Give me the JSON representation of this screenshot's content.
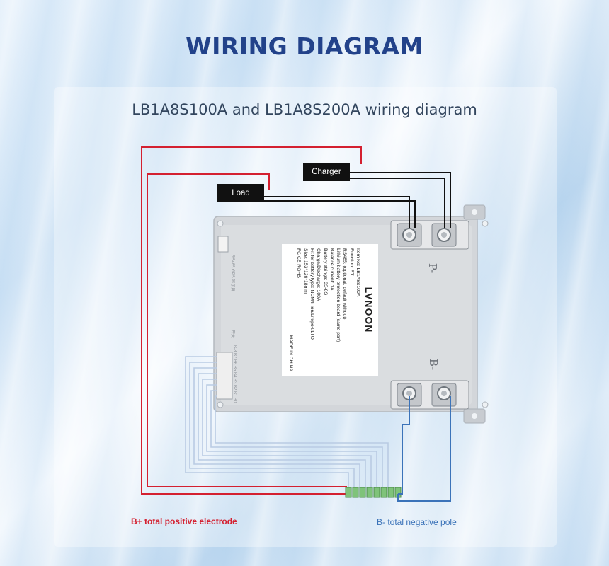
{
  "title": "WIRING DIAGRAM",
  "subtitle": "LB1A8S100A and LB1A8S200A wiring diagram",
  "charger_label": "Charger",
  "load_label": "Load",
  "board": {
    "brand": "LVNOON",
    "lines": [
      "Item No: LB1A8S100A",
      "Function: BT",
      "RS485: (optional, default without)",
      "Lithium battery protection board (same port)",
      "Balance current: 1A",
      "Battery strings: 3S-8S",
      "Charge/Discharge: 100A",
      "Fit for battery type: NCM/li-ion/Lifepo4/LTO",
      "Size: 153*126*18mm",
      "FC CE ROHS"
    ],
    "made_in": "MADE IN CHINA",
    "edge_text_1": "RS485  GPS  显示屏",
    "edge_text_2": "开关",
    "edge_text_3": "B-8 B7 B6 B5 B4 B3 B2 B1 B0"
  },
  "p_minus": "P-",
  "b_minus": "B-",
  "b_plus_label": "B+ total positive electrode",
  "b_minus_label": "B- total negative pole",
  "colors": {
    "title": "#22428a",
    "positive_wire": "#d42030",
    "negative_wire": "#3b73b9",
    "black_wire": "#111111",
    "balance_wire": "#b9cbe3"
  }
}
